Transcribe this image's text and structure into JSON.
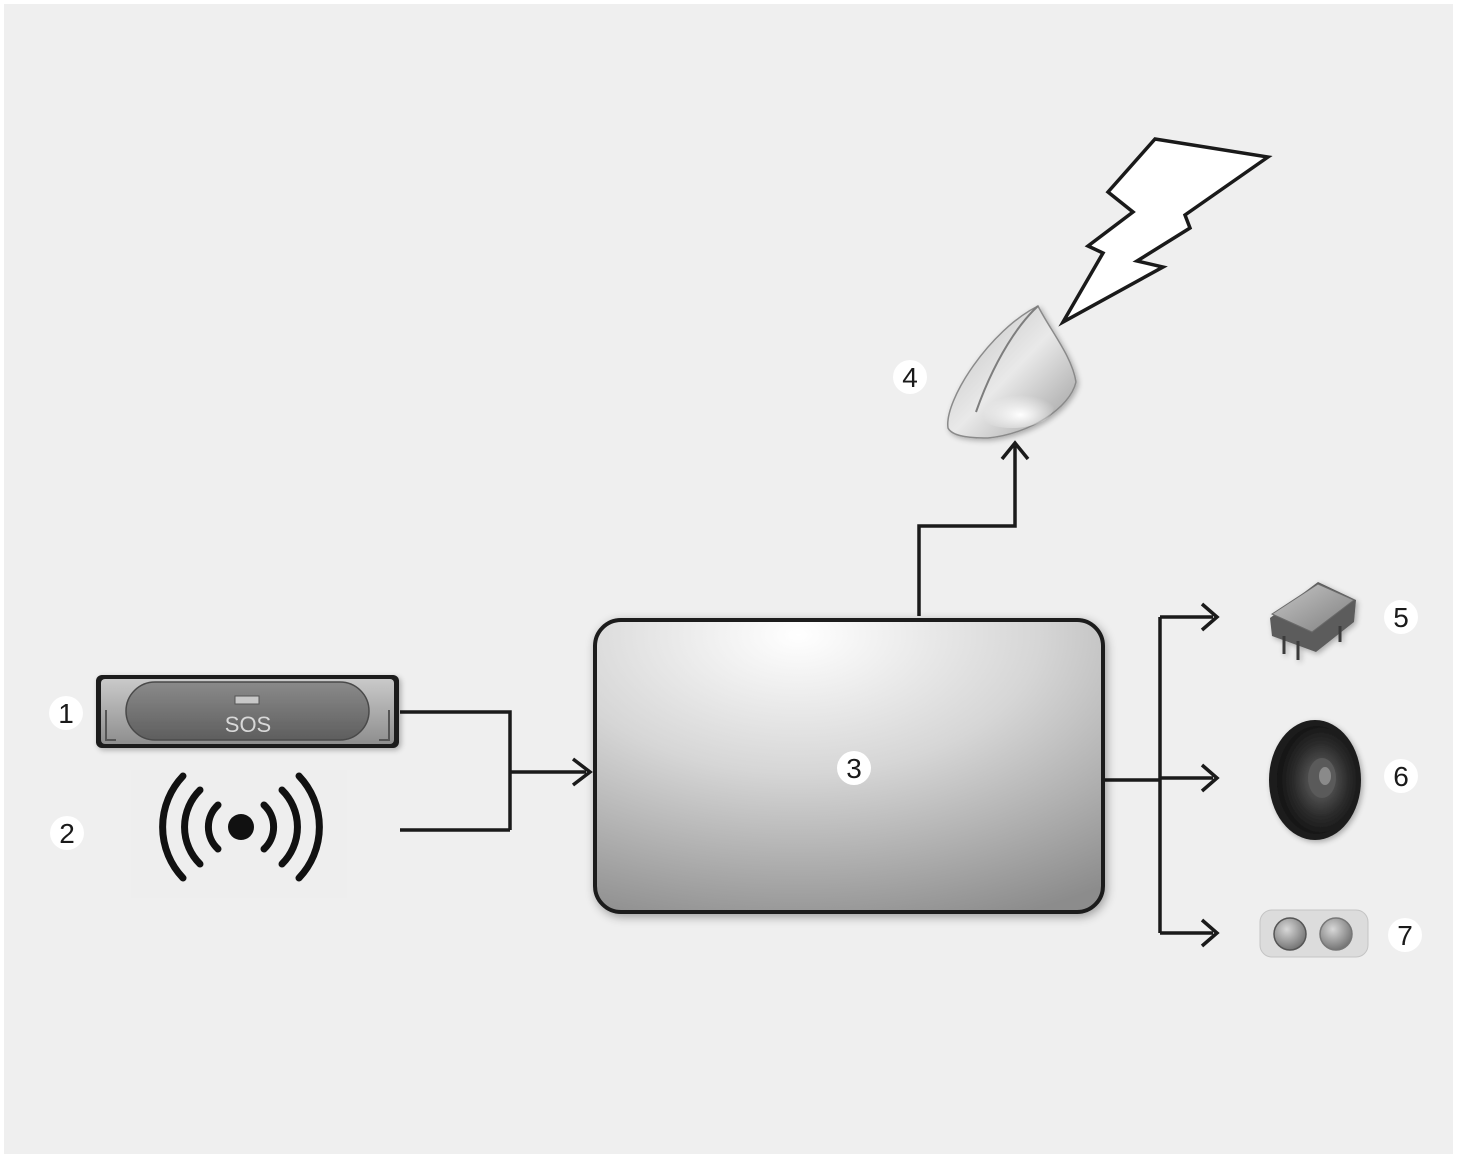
{
  "diagram": {
    "items": [
      {
        "number": "1",
        "sos_text": "SOS"
      },
      {
        "number": "2"
      },
      {
        "number": "3"
      },
      {
        "number": "4"
      },
      {
        "number": "5"
      },
      {
        "number": "6"
      },
      {
        "number": "7"
      }
    ]
  },
  "colors": {
    "background": "#efefef",
    "line": "#1a1a1a",
    "label_bubble": "#ffffff"
  }
}
